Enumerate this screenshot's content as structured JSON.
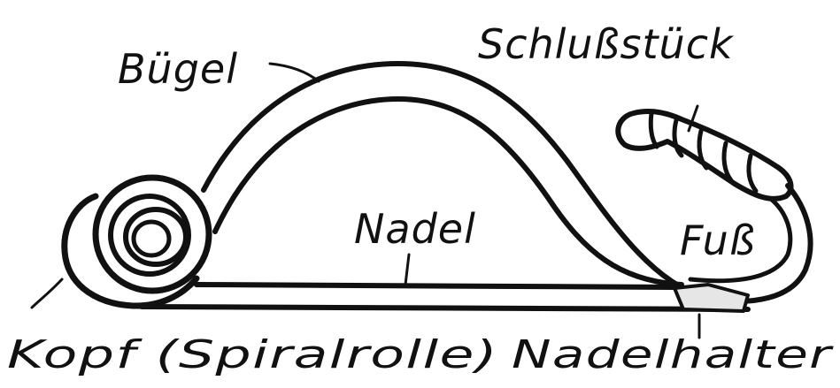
{
  "labels": {
    "buegel": "Bügel",
    "schlussstueck": "Schlußstück",
    "nadel": "Nadel",
    "fuss": "Fuß",
    "kopf": "Kopf (Spiralrolle)",
    "nadelhalter": "Nadelhalter"
  },
  "colors": {
    "ink": "#111111",
    "paper": "#ffffff"
  }
}
